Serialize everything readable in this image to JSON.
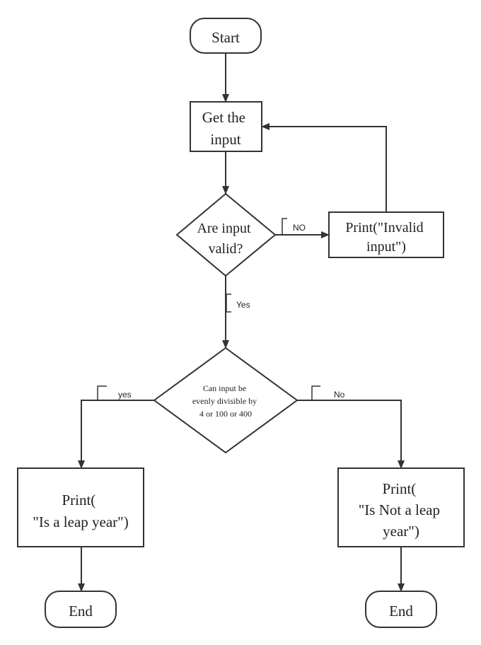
{
  "nodes": {
    "start": "Start",
    "get_input": [
      "Get the",
      "input"
    ],
    "valid_decision": [
      "Are input",
      "valid?"
    ],
    "print_invalid": [
      "Print(\"Invalid",
      "input\")"
    ],
    "divisible_decision": [
      "Can input be",
      "evenly divisible by",
      "4 or 100 or 400"
    ],
    "print_leap": [
      "Print(",
      "\"Is a leap year\")"
    ],
    "print_not_leap": [
      "Print(",
      "\"Is Not a leap",
      "year\")"
    ],
    "end_left": "End",
    "end_right": "End"
  },
  "edge_labels": {
    "no_invalid": "NO",
    "yes_valid": "Yes",
    "yes_leap": "yes",
    "no_leap": "No"
  }
}
